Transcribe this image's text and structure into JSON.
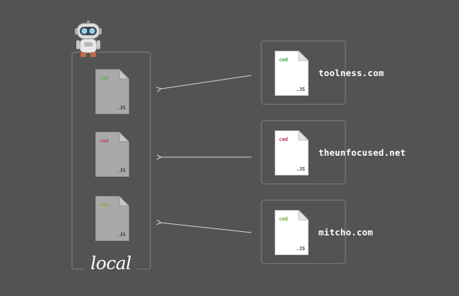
{
  "local": {
    "label": "local",
    "files": [
      {
        "badge": "cmd",
        "badge_color": "#5fae5f",
        "extension": ".JS"
      },
      {
        "badge": "cmd",
        "badge_color": "#c04a6a",
        "extension": ".JS"
      },
      {
        "badge": "cmd",
        "badge_color": "#8bb04c",
        "extension": ".JS"
      }
    ]
  },
  "remotes": [
    {
      "domain": "toolness.com",
      "badge": "cmd",
      "badge_color": "#3fa84a",
      "extension": ".JS"
    },
    {
      "domain": "theunfocused.net",
      "badge": "cmd",
      "badge_color": "#c23a58",
      "extension": ".JS"
    },
    {
      "domain": "mitcho.com",
      "badge": "cmd",
      "badge_color": "#7aa83a",
      "extension": ".JS"
    }
  ],
  "colors": {
    "background": "#535353",
    "frame_stroke": "#6a6a6a",
    "arrow": "#d8d8d8",
    "local_file_fill": "#a9a9a9",
    "remote_file_fill": "#ffffff"
  },
  "icons": {
    "mascot": "robot-icon",
    "file": "document-icon"
  }
}
